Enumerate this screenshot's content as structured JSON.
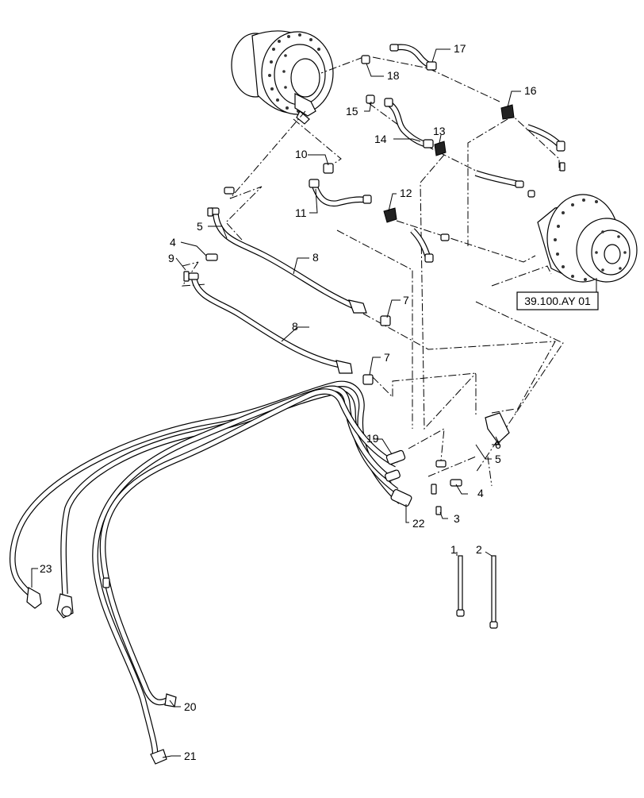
{
  "diagram": {
    "ref_box": "39.100.AY 01",
    "callouts": [
      "1",
      "2",
      "3",
      "4",
      "4",
      "5",
      "5",
      "6",
      "7",
      "7",
      "8",
      "8",
      "9",
      "10",
      "11",
      "12",
      "13",
      "14",
      "15",
      "16",
      "17",
      "18",
      "19",
      "20",
      "21",
      "22",
      "23"
    ]
  }
}
